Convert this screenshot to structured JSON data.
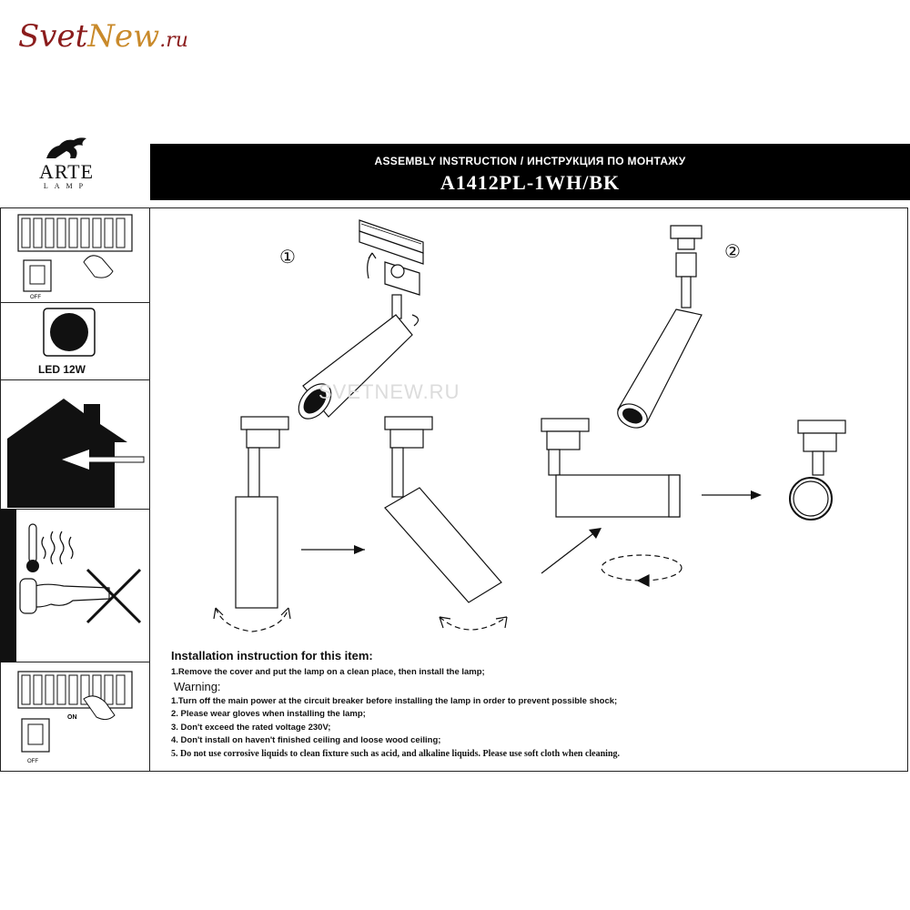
{
  "watermark": {
    "part1": "Svet",
    "part2": "New",
    "part3": ".ru",
    "center": "SVETNEW.RU"
  },
  "brand": {
    "name": "ARTE",
    "sub": "LAMP"
  },
  "header": {
    "subtitle": "ASSEMBLY INSTRUCTION / ИНСТРУКЦИЯ ПО МОНТАЖУ",
    "model": "A1412PL-1WH/BK"
  },
  "panels": {
    "led_label": "LED  12W",
    "switch_off_label": "OFF",
    "switch_on_label": "ON"
  },
  "steps": {
    "step1": "①",
    "step2": "②"
  },
  "instructions": {
    "heading": "Installation instruction for this item:",
    "step1": "1.Remove the cover and put the lamp on a clean place, then install the lamp;",
    "warning_heading": "Warning:",
    "warnings": [
      "1.Turn off the main power at the circuit breaker before installing the lamp in order to prevent  possible shock;",
      "2. Please wear gloves when installing the lamp;",
      "3. Don't exceed the rated voltage 230V;",
      "4. Don't install on haven't finished ceiling and loose wood ceiling;",
      "5. Do not use corrosive liquids to clean fixture such as acid, and alkaline liquids. Please use soft cloth  when cleaning."
    ]
  },
  "colors": {
    "ink": "#111111",
    "bar": "#000000",
    "watermark_red": "#8b1c1c",
    "watermark_gold": "#c98a2b"
  }
}
